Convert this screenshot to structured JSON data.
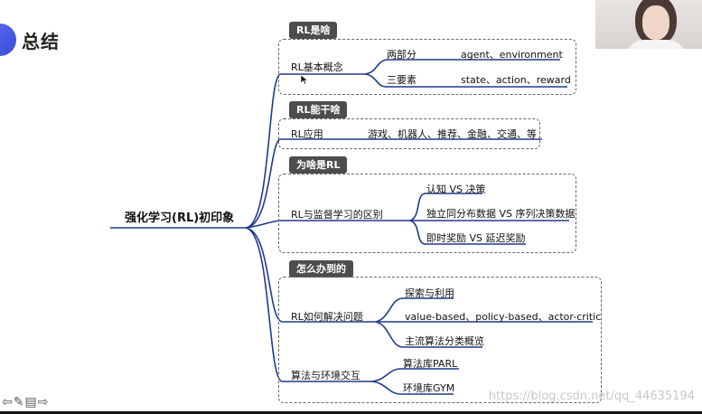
{
  "title": "总结",
  "root": "强化学习(RL)初印象",
  "sections": [
    {
      "tag": "RL是啥",
      "node": "RL基本概念",
      "children": [
        {
          "label": "两部分",
          "value": "agent、environment"
        },
        {
          "label": "三要素",
          "value": "state、action、reward"
        }
      ]
    },
    {
      "tag": "RL能干啥",
      "node": "RL应用",
      "value": "游戏、机器人、推荐、金融、交通、等"
    },
    {
      "tag": "为啥是RL",
      "node": "RL与监督学习的区别",
      "children": [
        "认知 VS 决策",
        "独立同分布数据 VS 序列决策数据",
        "即时奖励 VS 延迟奖励"
      ]
    },
    {
      "tag": "怎么办到的",
      "nodes": [
        {
          "label": "RL如何解决问题",
          "children": [
            "探索与利用",
            "value-based、policy-based、actor-critic",
            "主流算法分类概览"
          ]
        },
        {
          "label": "算法与环境交互",
          "children": [
            "算法库PARL",
            "环境库GYM"
          ]
        }
      ]
    }
  ],
  "watermark": "https://blog.csdn.net/qq_44635194",
  "toolbar": {
    "icons": [
      "arrow-left-icon",
      "pen-icon",
      "slide-icon",
      "arrow-right-icon"
    ]
  },
  "colors": {
    "branch": "#1f3a8a",
    "tag": "#4d4d4d",
    "accent": "#3a4bd8"
  }
}
